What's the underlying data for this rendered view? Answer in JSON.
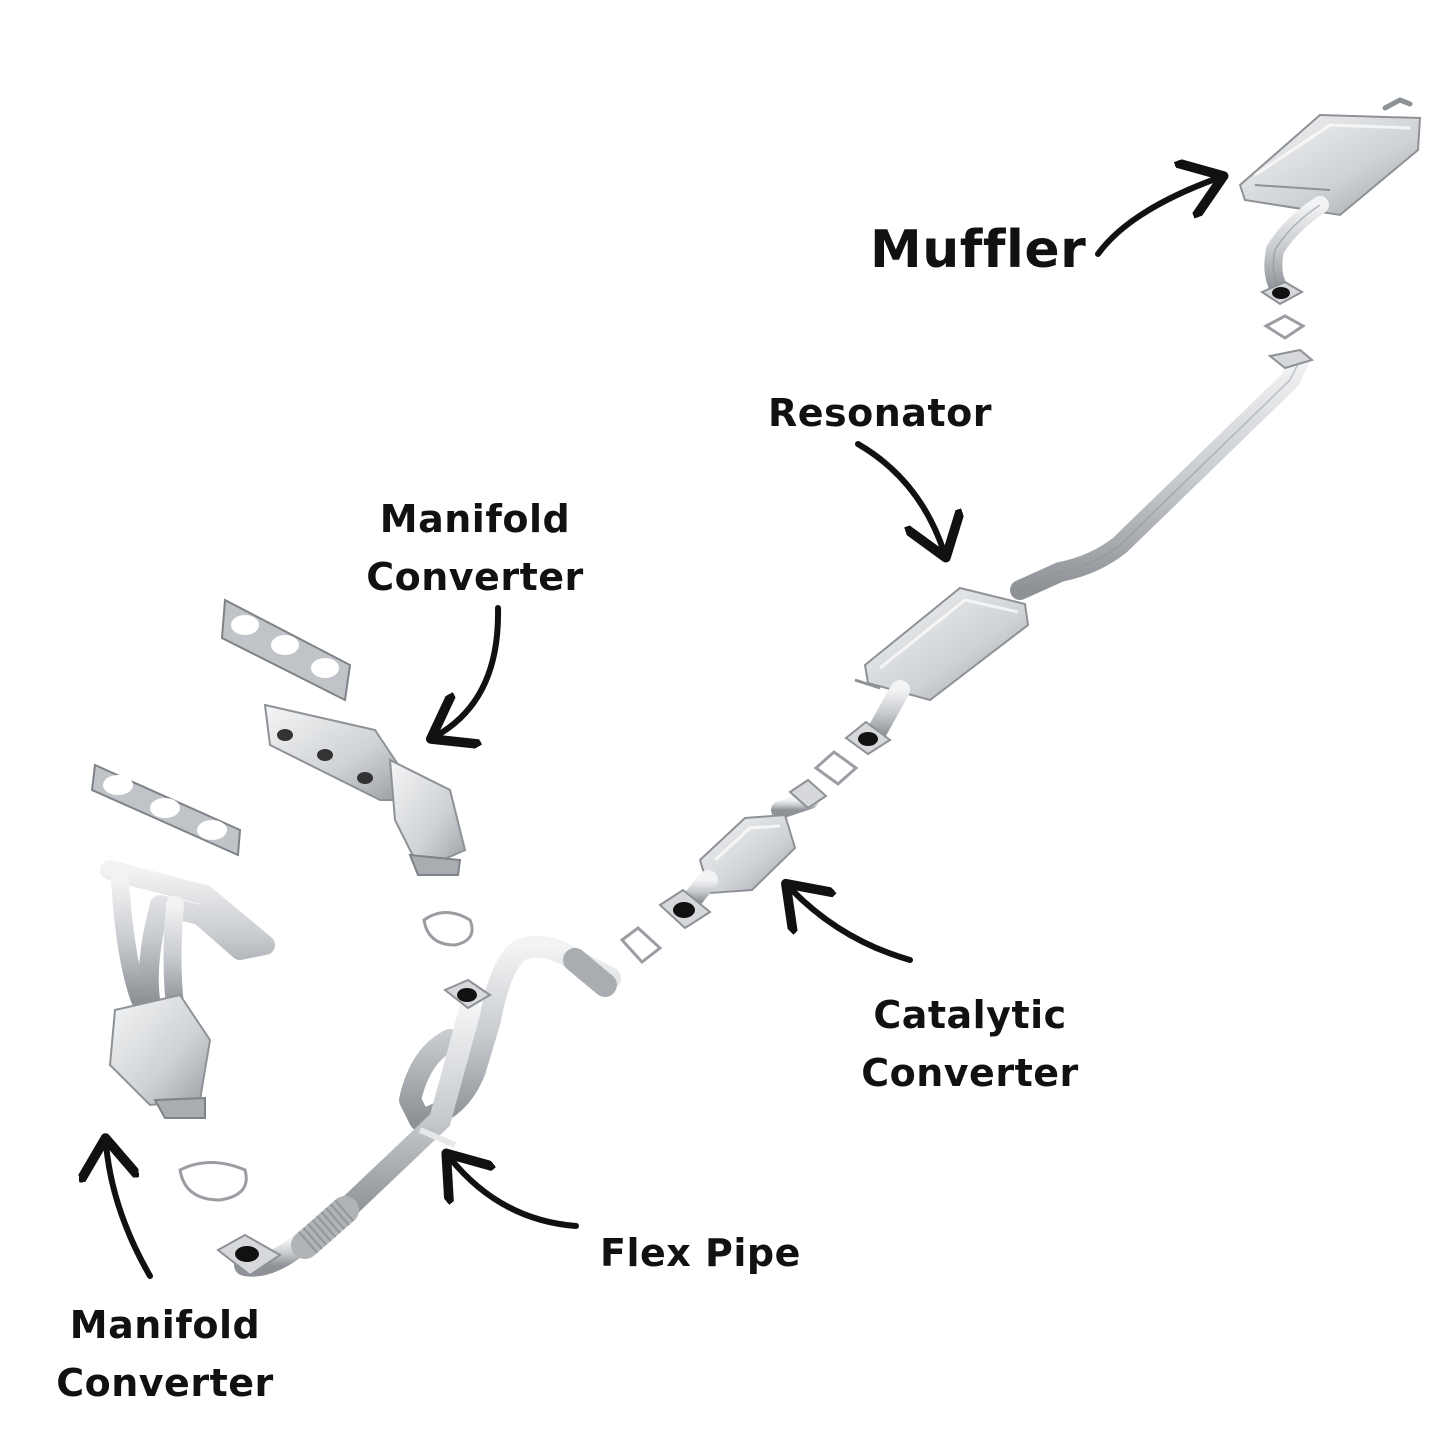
{
  "labels": {
    "muffler": "Muffler",
    "resonator": "Resonator",
    "manifold_upper_line1": "Manifold",
    "manifold_upper_line2": "Converter",
    "catalytic_line1": "Catalytic",
    "catalytic_line2": "Converter",
    "flex_pipe": "Flex Pipe",
    "manifold_lower_line1": "Manifold",
    "manifold_lower_line2": "Converter"
  },
  "colors": {
    "text": "#111111",
    "arrow": "#111111",
    "metal": "#c9ccd0",
    "metal_dark": "#8e9297",
    "gasket": "#b9bcc1"
  }
}
